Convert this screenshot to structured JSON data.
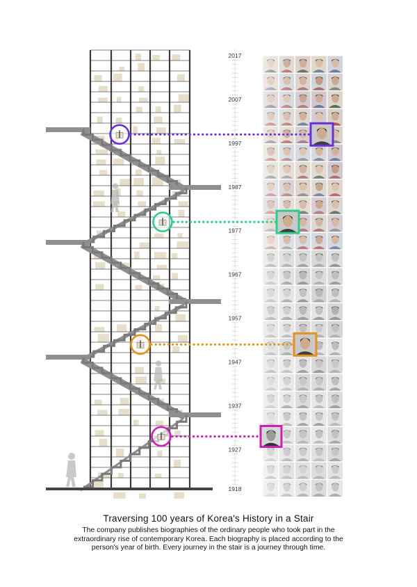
{
  "timeline": {
    "years": [
      "2017",
      "2007",
      "1997",
      "1987",
      "1977",
      "1967",
      "1957",
      "1947",
      "1937",
      "1927",
      "1918"
    ]
  },
  "highlights": [
    {
      "label": "1999",
      "color": "#6a2fd6",
      "icon": "portrait-photo-woman-dark-hair"
    },
    {
      "label": "1979",
      "color": "#2ecc8a",
      "icon": "portrait-photo-older-woman"
    },
    {
      "label": "1951",
      "color": "#e2921b",
      "icon": "portrait-photo-child"
    },
    {
      "label": "1930",
      "color": "#cc1fb5",
      "icon": "portrait-photo-man-bw"
    }
  ],
  "caption": {
    "title": "Traversing 100 years of Korea's History in a Stair",
    "lines": [
      "The company publishes biographies of the ordinary people who took part in the",
      "extraordinary rise of contemporary Korea. Each biography is placed according to the",
      "person's year of birth. Every journey in the stair is a journey through time."
    ]
  }
}
